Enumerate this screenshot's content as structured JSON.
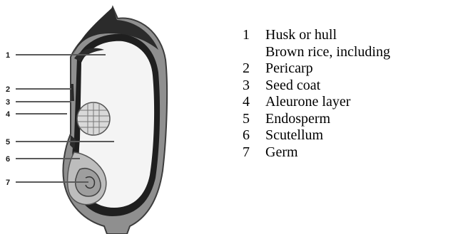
{
  "diagram": {
    "callouts": [
      "1",
      "2",
      "3",
      "4",
      "5",
      "6",
      "7"
    ]
  },
  "legend": {
    "rows": [
      {
        "number": "1",
        "label": "Husk or hull"
      },
      {
        "number": "",
        "label": "Brown rice, including"
      },
      {
        "number": "2",
        "label": "Pericarp"
      },
      {
        "number": "3",
        "label": "Seed coat"
      },
      {
        "number": "4",
        "label": "Aleurone layer"
      },
      {
        "number": "5",
        "label": "Endosperm"
      },
      {
        "number": "6",
        "label": "Scutellum"
      },
      {
        "number": "7",
        "label": "Germ"
      }
    ]
  }
}
